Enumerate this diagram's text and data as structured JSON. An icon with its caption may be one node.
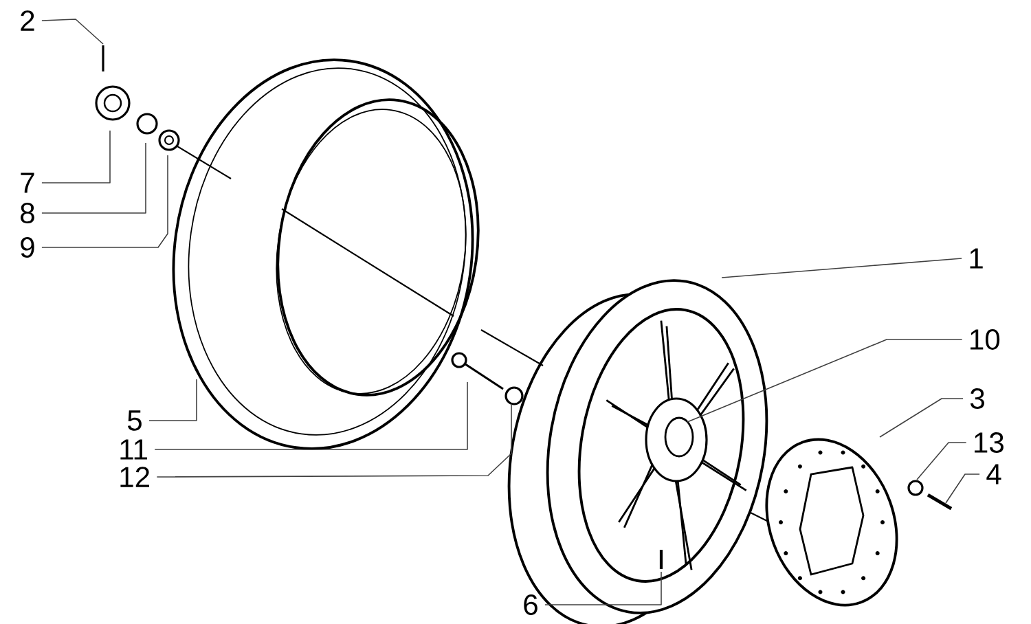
{
  "diagram": {
    "nodes": [
      {
        "text": [
          "2"
        ]
      },
      {
        "text": [
          "7"
        ]
      },
      {
        "text": [
          "8"
        ]
      },
      {
        "text": [
          "9"
        ]
      },
      {
        "text": [
          "5"
        ]
      },
      {
        "text": [
          "11"
        ]
      },
      {
        "text": [
          "12"
        ]
      },
      {
        "text": [
          "1"
        ]
      },
      {
        "text": [
          "10"
        ]
      },
      {
        "text": [
          "3"
        ]
      },
      {
        "text": [
          "13"
        ]
      },
      {
        "text": [
          "4"
        ]
      },
      {
        "text": [
          "6"
        ]
      }
    ],
    "edges": [
      {
        "from": 0,
        "to": null,
        "arrow": "none"
      },
      {
        "from": 1,
        "to": null,
        "arrow": "none"
      },
      {
        "from": 2,
        "to": null,
        "arrow": "none"
      },
      {
        "from": 3,
        "to": null,
        "arrow": "none"
      },
      {
        "from": 4,
        "to": null,
        "arrow": "none"
      },
      {
        "from": 5,
        "to": null,
        "arrow": "none"
      },
      {
        "from": 6,
        "to": null,
        "arrow": "none"
      },
      {
        "from": 7,
        "to": null,
        "arrow": "none"
      },
      {
        "from": 8,
        "to": null,
        "arrow": "none"
      },
      {
        "from": 9,
        "to": null,
        "arrow": "none"
      },
      {
        "from": 10,
        "to": null,
        "arrow": "none"
      },
      {
        "from": 11,
        "to": null,
        "arrow": "none"
      },
      {
        "from": 12,
        "to": null,
        "arrow": "none"
      }
    ]
  }
}
